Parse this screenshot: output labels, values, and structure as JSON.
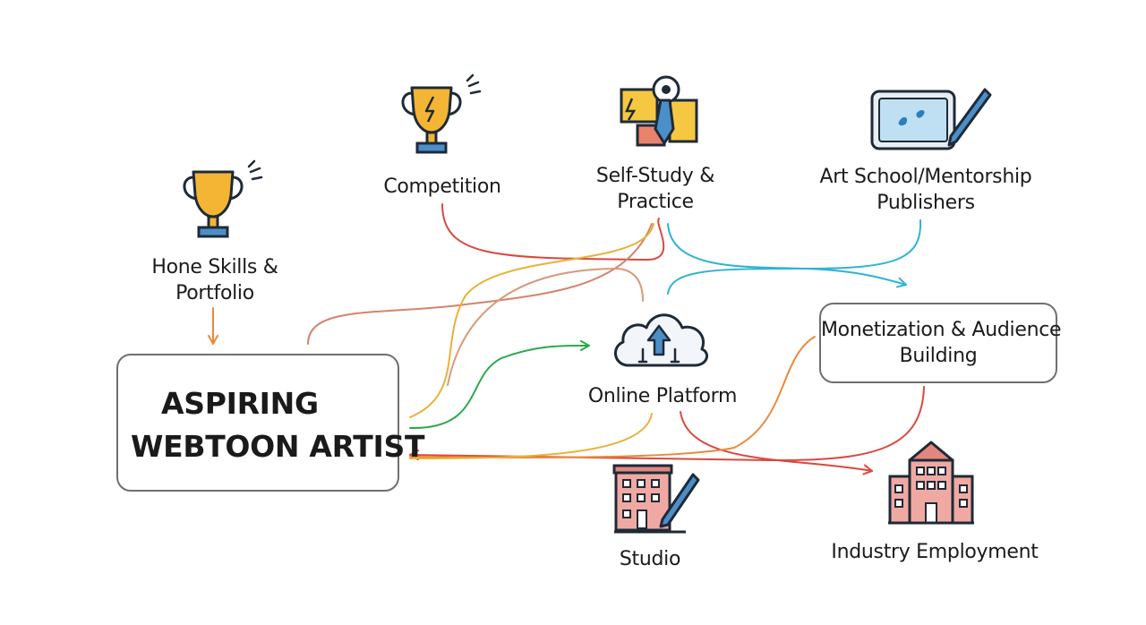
{
  "diagram": {
    "main_node": {
      "line1": "ASPIRING",
      "line2": "WEBTOON ARTIST"
    },
    "nodes": {
      "hone": {
        "line1": "Hone Skills &",
        "line2": "Portfolio",
        "icon": "trophy-icon"
      },
      "competition": {
        "label": "Competition",
        "icon": "trophy-icon"
      },
      "self_study": {
        "line1": "Self-Study &",
        "line2": "Practice",
        "icon": "sketch-tools-icon"
      },
      "art_school": {
        "line1": "Art School/Mentorship",
        "line2": "Publishers",
        "icon": "drawing-tablet-icon"
      },
      "online_platform": {
        "label": "Online Platform",
        "icon": "cloud-upload-icon"
      },
      "monetization": {
        "line1": "Monetization & Audience",
        "line2": "Building"
      },
      "studio": {
        "label": "Studio",
        "icon": "studio-building-icon"
      },
      "industry": {
        "label": "Industry Employment",
        "icon": "office-building-icon"
      }
    },
    "colors": {
      "red": "#d9493f",
      "orange": "#e98a3c",
      "gold": "#e8b23a",
      "green": "#2ea84a",
      "cyan": "#2fb3d5",
      "tan": "#d4846a",
      "box_border": "#6f6f6f"
    }
  }
}
